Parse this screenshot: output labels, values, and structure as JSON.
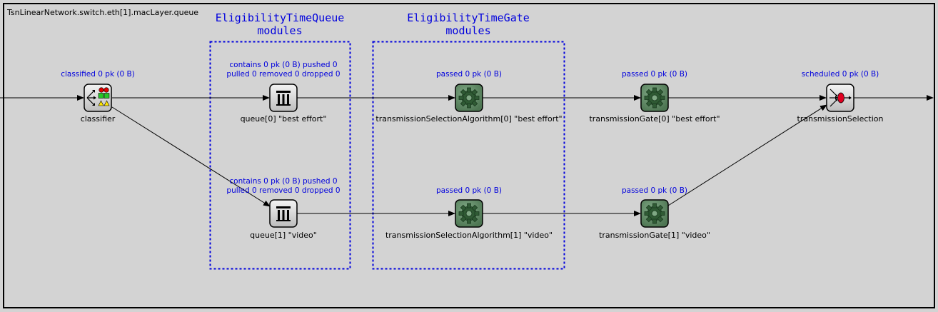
{
  "module_path": "TsnLinearNetwork.switch.eth[1].macLayer.queue",
  "groups": {
    "eligibility_time_queue": "EligibilityTimeQueue\nmodules",
    "eligibility_time_gate": "EligibilityTimeGate\nmodules"
  },
  "modules": {
    "classifier": {
      "name": "classifier",
      "stats": "classified 0 pk (0 B)",
      "icon": "classifier-icon"
    },
    "queue0": {
      "name": "queue[0] \"best effort\"",
      "stats": "contains 0 pk (0 B) pushed 0\npulled 0 removed 0 dropped 0",
      "icon": "queue-icon"
    },
    "queue1": {
      "name": "queue[1] \"video\"",
      "stats": "contains 0 pk (0 B) pushed 0\npulled 0 removed 0 dropped 0",
      "icon": "queue-icon"
    },
    "tsa0": {
      "name": "transmissionSelectionAlgorithm[0] \"best effort\"",
      "stats": "passed 0 pk (0 B)",
      "icon": "gear-icon"
    },
    "tsa1": {
      "name": "transmissionSelectionAlgorithm[1] \"video\"",
      "stats": "passed 0 pk (0 B)",
      "icon": "gear-icon"
    },
    "gate0": {
      "name": "transmissionGate[0] \"best effort\"",
      "stats": "passed 0 pk (0 B)",
      "icon": "gear-icon"
    },
    "gate1": {
      "name": "transmissionGate[1] \"video\"",
      "stats": "passed 0 pk (0 B)",
      "icon": "gear-icon"
    },
    "selection": {
      "name": "transmissionSelection",
      "stats": "scheduled 0 pk (0 B)",
      "icon": "scheduler-icon"
    }
  },
  "colors": {
    "background": "#d3d3d3",
    "border": "#000000",
    "group_box": "#0000dd",
    "stats_text": "#0000dd",
    "gear_fill": "#5e8a63"
  }
}
